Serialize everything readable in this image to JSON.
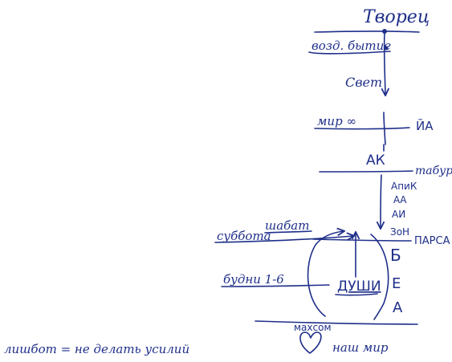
{
  "labels": {
    "top": "Творец",
    "high_world": "возд. бытие",
    "light": "Свет",
    "mir_infinity": "мир ∞",
    "ya": "ЙА",
    "ak": "АК",
    "tabur": "табур",
    "levels": [
      "АпиК",
      "АА",
      "АИ",
      "ЗоН"
    ],
    "parsa": "ПАРСА",
    "subbota": "суббота",
    "shabat": "шабат",
    "budni": "будни 1-6",
    "dushi": "ДУШИ",
    "bea": [
      "Б",
      "Е",
      "А"
    ],
    "mahsom": "махсом",
    "nash_mir": "наш мир",
    "shabbat_note": "лишбот = не делать усилий"
  },
  "colors": {
    "ink": "#1f2f8a"
  }
}
